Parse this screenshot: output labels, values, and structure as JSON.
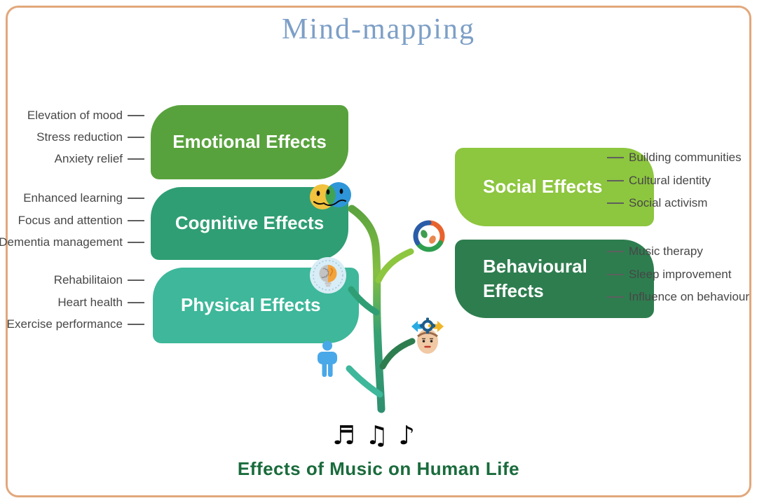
{
  "title": "Mind-mapping",
  "center": {
    "music_notes": "♬♫♪",
    "caption": "Effects of Music on Human Life"
  },
  "colors": {
    "frame_border": "#e2a87c",
    "title_text": "#7d9fc7",
    "caption_text": "#1a6b3c",
    "leaf_text": "#474747",
    "emotional": "#58a23d",
    "cognitive": "#2f9e74",
    "physical": "#3eb79a",
    "social": "#8dc63f",
    "behavioural": "#2e7d4f"
  },
  "branches_left": [
    {
      "label": "Emotional Effects",
      "color": "#58a23d",
      "items": [
        "Elevation of mood",
        "Stress reduction",
        "Anxiety relief"
      ]
    },
    {
      "label": "Cognitive Effects",
      "color": "#2f9e74",
      "items": [
        "Enhanced learning",
        "Focus and attention",
        "Dementia management"
      ]
    },
    {
      "label": "Physical Effects",
      "color": "#3eb79a",
      "items": [
        "Rehabilitaion",
        "Heart health",
        "Exercise performance"
      ]
    }
  ],
  "branches_right": [
    {
      "label": "Social Effects",
      "color": "#8dc63f",
      "items": [
        "Building communities",
        "Cultural identity",
        "Social activism"
      ]
    },
    {
      "label": "Behavioural Effects",
      "color": "#2e7d4f",
      "items": [
        "Music therapy",
        "Sleep improvement",
        "Influence on behaviour"
      ]
    }
  ],
  "icons": {
    "happy_sad_faces": "happy-sad-faces-icon",
    "community_hands": "community-hands-icon",
    "brain_lightbulb": "brain-lightbulb-icon",
    "person": "person-icon",
    "gear_head": "gear-head-icon",
    "music_notes": "music-notes-glyphs"
  }
}
